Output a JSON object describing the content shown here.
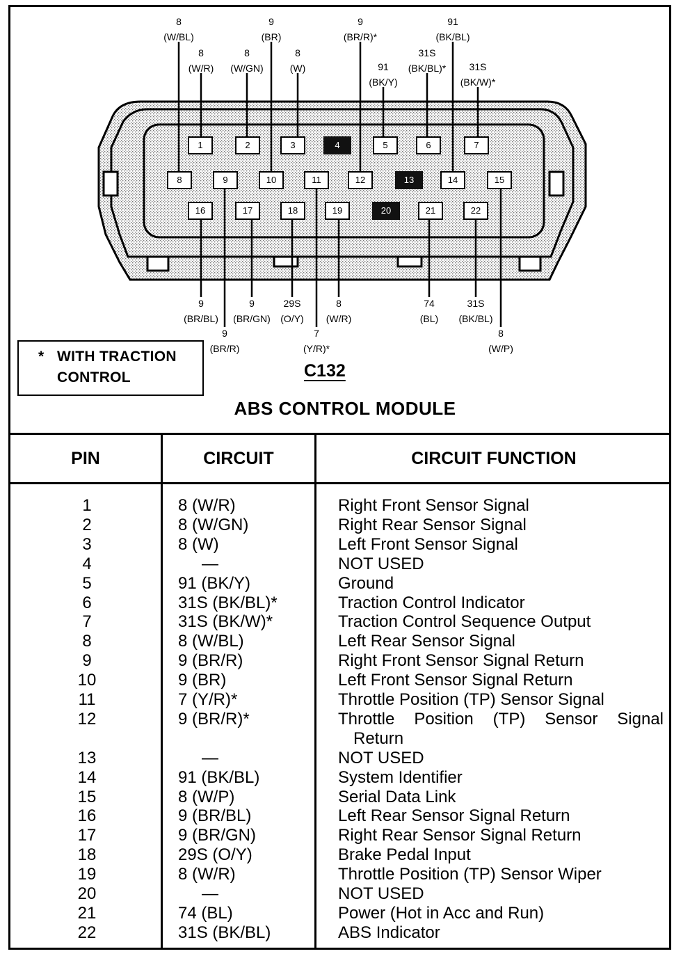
{
  "note": {
    "star": "*",
    "line1": "WITH TRACTION",
    "line2": "CONTROL"
  },
  "connector_id": "C132",
  "module_title": "ABS CONTROL MODULE",
  "connector": {
    "pins": [
      {
        "pin": "1",
        "used": true
      },
      {
        "pin": "2",
        "used": true
      },
      {
        "pin": "3",
        "used": true
      },
      {
        "pin": "4",
        "used": false
      },
      {
        "pin": "5",
        "used": true
      },
      {
        "pin": "6",
        "used": true
      },
      {
        "pin": "7",
        "used": true
      },
      {
        "pin": "8",
        "used": true
      },
      {
        "pin": "9",
        "used": true
      },
      {
        "pin": "10",
        "used": true
      },
      {
        "pin": "11",
        "used": true
      },
      {
        "pin": "12",
        "used": true
      },
      {
        "pin": "13",
        "used": false
      },
      {
        "pin": "14",
        "used": true
      },
      {
        "pin": "15",
        "used": true
      },
      {
        "pin": "16",
        "used": true
      },
      {
        "pin": "17",
        "used": true
      },
      {
        "pin": "18",
        "used": true
      },
      {
        "pin": "19",
        "used": true
      },
      {
        "pin": "20",
        "used": false
      },
      {
        "pin": "21",
        "used": true
      },
      {
        "pin": "22",
        "used": true
      }
    ],
    "wires": {
      "w1": {
        "num": "8",
        "color": "(W/R)"
      },
      "w2": {
        "num": "8",
        "color": "(W/GN)"
      },
      "w3": {
        "num": "8",
        "color": "(W)"
      },
      "w5": {
        "num": "91",
        "color": "(BK/Y)"
      },
      "w6": {
        "num": "31S",
        "color": "(BK/BL)*"
      },
      "w7": {
        "num": "31S",
        "color": "(BK/W)*"
      },
      "w8": {
        "num": "8",
        "color": "(W/BL)"
      },
      "w9": {
        "num": "9",
        "color": "(BR/R)"
      },
      "w10": {
        "num": "9",
        "color": "(BR)"
      },
      "w11": {
        "num": "7",
        "color": "(Y/R)*"
      },
      "w12": {
        "num": "9",
        "color": "(BR/R)*"
      },
      "w14": {
        "num": "91",
        "color": "(BK/BL)"
      },
      "w15": {
        "num": "8",
        "color": "(W/P)"
      },
      "w16": {
        "num": "9",
        "color": "(BR/BL)"
      },
      "w17": {
        "num": "9",
        "color": "(BR/GN)"
      },
      "w18": {
        "num": "29S",
        "color": "(O/Y)"
      },
      "w19": {
        "num": "8",
        "color": "(W/R)"
      },
      "w21": {
        "num": "74",
        "color": "(BL)"
      },
      "w22": {
        "num": "31S",
        "color": "(BK/BL)"
      }
    }
  },
  "table": {
    "headers": {
      "pin": "PIN",
      "circuit": "CIRCUIT",
      "function": "CIRCUIT FUNCTION"
    },
    "rows": [
      {
        "pin": "1",
        "circuit": "8 (W/R)",
        "function": "Right Front Sensor Signal"
      },
      {
        "pin": "2",
        "circuit": "8 (W/GN)",
        "function": "Right Rear Sensor Signal"
      },
      {
        "pin": "3",
        "circuit": "8 (W)",
        "function": "Left Front Sensor Signal"
      },
      {
        "pin": "4",
        "circuit": "—",
        "function": "NOT USED"
      },
      {
        "pin": "5",
        "circuit": "91 (BK/Y)",
        "function": "Ground"
      },
      {
        "pin": "6",
        "circuit": "31S (BK/BL)*",
        "function": "Traction Control Indicator"
      },
      {
        "pin": "7",
        "circuit": "31S (BK/W)*",
        "function": "Traction Control Sequence Output"
      },
      {
        "pin": "8",
        "circuit": "8 (W/BL)",
        "function": "Left Rear Sensor Signal"
      },
      {
        "pin": "9",
        "circuit": "9 (BR/R)",
        "function": "Right Front Sensor Signal Return"
      },
      {
        "pin": "10",
        "circuit": "9 (BR)",
        "function": "Left Front Sensor Signal Return"
      },
      {
        "pin": "11",
        "circuit": "7 (Y/R)*",
        "function": "Throttle Position (TP) Sensor Signal"
      },
      {
        "pin": "12",
        "circuit": "9 (BR/R)*",
        "function": "Throttle Position (TP) Sensor Signal",
        "function_cont": "Return"
      },
      {
        "pin": "13",
        "circuit": "—",
        "function": "NOT USED"
      },
      {
        "pin": "14",
        "circuit": "91 (BK/BL)",
        "function": "System Identifier"
      },
      {
        "pin": "15",
        "circuit": "8 (W/P)",
        "function": "Serial Data Link"
      },
      {
        "pin": "16",
        "circuit": "9 (BR/BL)",
        "function": "Left Rear Sensor Signal Return"
      },
      {
        "pin": "17",
        "circuit": "9 (BR/GN)",
        "function": "Right Rear Sensor Signal Return"
      },
      {
        "pin": "18",
        "circuit": "29S (O/Y)",
        "function": "Brake Pedal Input"
      },
      {
        "pin": "19",
        "circuit": "8 (W/R)",
        "function": "Throttle Position (TP) Sensor Wiper"
      },
      {
        "pin": "20",
        "circuit": "—",
        "function": "NOT USED"
      },
      {
        "pin": "21",
        "circuit": "74 (BL)",
        "function": "Power (Hot in Acc and Run)"
      },
      {
        "pin": "22",
        "circuit": "31S (BK/BL)",
        "function": "ABS Indicator"
      }
    ]
  }
}
